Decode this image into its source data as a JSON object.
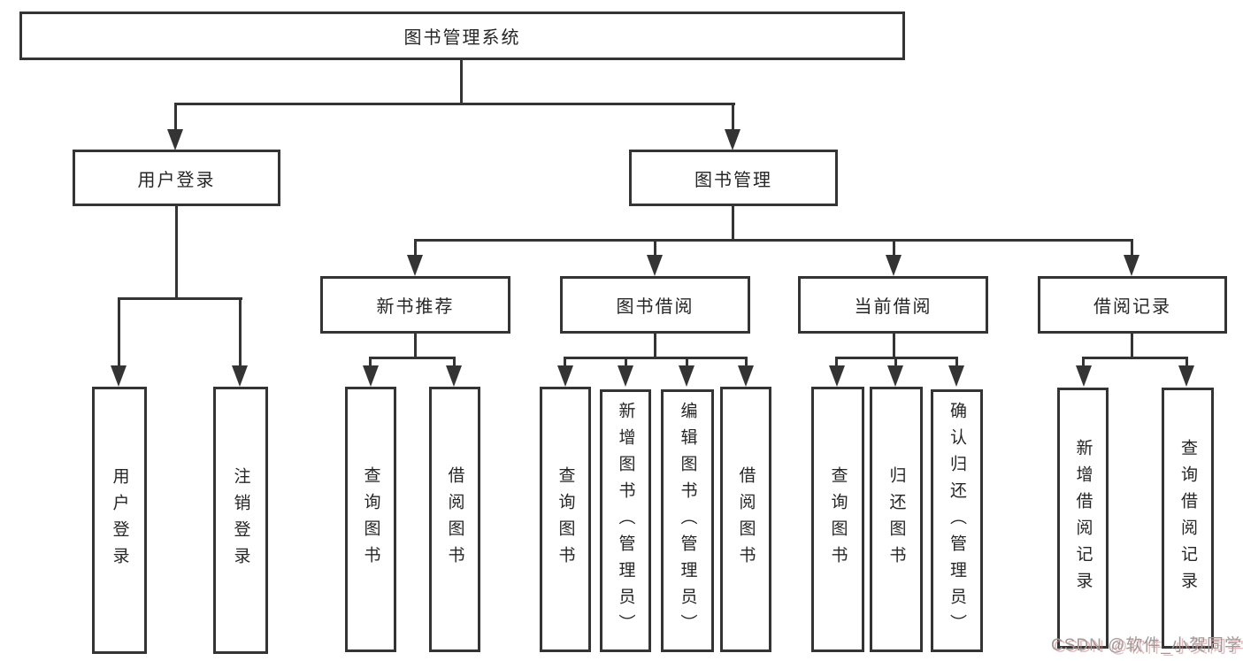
{
  "diagram": {
    "title": "图书管理系统",
    "nodes": {
      "root": "图书管理系统",
      "level1": [
        "用户登录",
        "图书管理"
      ],
      "level2": [
        "新书推荐",
        "图书借阅",
        "当前借阅",
        "借阅记录"
      ],
      "leaves_user": [
        "用户登录",
        "注销登录"
      ],
      "leaves_new": [
        "查询图书",
        "借阅图书"
      ],
      "leaves_borrow": [
        "查询图书",
        "新增图书（管理员）",
        "编辑图书（管理员）",
        "借阅图书"
      ],
      "leaves_current": [
        "查询图书",
        "归还图书",
        "确认归还（管理员）"
      ],
      "leaves_records": [
        "新增借阅记录",
        "查询借阅记录"
      ]
    },
    "colors": {
      "line": "#343434",
      "text": "#262626",
      "background": "#ffffff"
    }
  },
  "watermark": {
    "text": "CSDN @软件_小贺同学",
    "color": "#9b9b9b",
    "shadow_color": "#e07f7f"
  }
}
